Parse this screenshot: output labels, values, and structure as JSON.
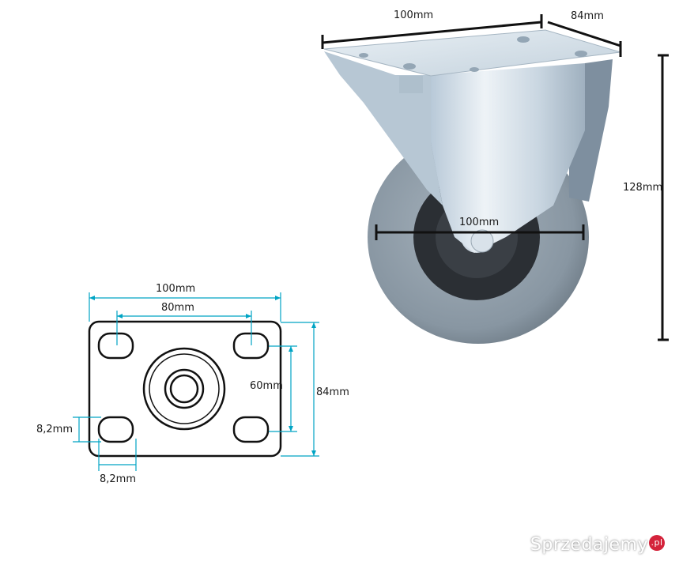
{
  "product_dimensions": {
    "top_width": "100mm",
    "top_depth": "84mm",
    "height": "128mm",
    "wheel_diameter": "100mm"
  },
  "plate_drawing": {
    "plate_width": "100mm",
    "hole_spacing_x": "80mm",
    "hole_spacing_y": "60mm",
    "plate_depth": "84mm",
    "slot_height": "8,2mm",
    "slot_width": "8,2mm"
  },
  "watermark": {
    "text": "Sprzedajemy",
    "suffix": ".pl"
  },
  "colors": {
    "dimension_line": "#00a4c4",
    "dark_line": "#111111",
    "wheel_tire": "#8c9aa6",
    "wheel_hub": "#2b2f34",
    "bracket": "#d7e2ea"
  }
}
